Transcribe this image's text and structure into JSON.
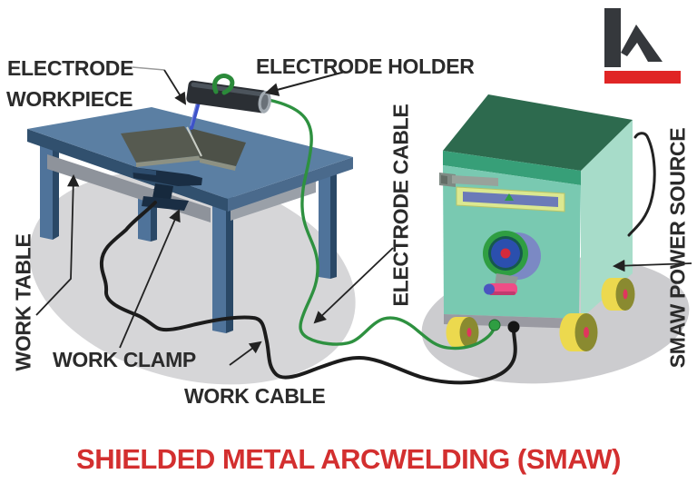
{
  "title": {
    "text": "SHIELDED METAL ARCWELDING (SMAW)",
    "color": "#d32f2f"
  },
  "labels": {
    "electrode": "ELECTRODE",
    "workpiece": "WORKPIECE",
    "electrode_holder": "ELECTRODE HOLDER",
    "electrode_cable": "ELECTRODE CABLE",
    "smaw_power_source": "SMAW POWER SOURCE",
    "work_table": "WORK TABLE",
    "work_clamp": "WORK CLAMP",
    "work_cable": "WORK CABLE"
  },
  "colors": {
    "title_red": "#d32f2f",
    "label_text": "#2b2b2b",
    "logo_dark": "#35383c",
    "logo_red": "#e02525",
    "shadow": "#d6d6d8",
    "machine_shadow": "#cccccf",
    "table_top": "#5b7fa3",
    "table_edge_left": "#31506e",
    "table_edge_right": "#4a6a8c",
    "apron": "#8e939b",
    "leg_front": "#4f739a",
    "leg_side": "#2a4866",
    "workpiece_plate": "#565a50",
    "workpiece_plate2": "#4d5148",
    "plate_edge": "#8d9183",
    "clamp": "#1a2e44",
    "holder_body": "#2b2f34",
    "holder_cap": "#a3abb2",
    "electrode_blue": "#3d52c9",
    "cable_green": "#2e9140",
    "cable_black": "#1c1c1c",
    "machine_top": "#2d6a4e",
    "machine_band": "#379f78",
    "machine_front": "#79c9b1",
    "machine_side": "#a7dcc9",
    "machine_base": "#9a9aa2",
    "handle_gray": "#98a29b",
    "panel_border": "#dbe890",
    "panel_screen": "#6b7ab8",
    "panel_pointer": "#2f9e42",
    "dial_back": "#7b89c4",
    "dial_ring": "#2f9e42",
    "dial_dark_ring": "#16594c",
    "dial_face": "#2b4fae",
    "dial_center": "#d42a3c",
    "knob_pink": "#ee4d86",
    "knob_cap_blue": "#4a55c0",
    "wheel_yellow": "#ecd94e",
    "wheel_face": "#8a8a30",
    "wheel_hub": "#e0355e",
    "terminal_green": "#2f9e42",
    "terminal_black": "#161616",
    "arrow": "#222222"
  }
}
